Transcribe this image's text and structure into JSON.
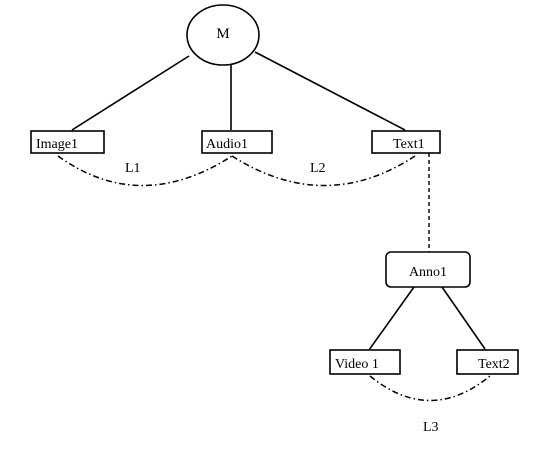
{
  "nodes": {
    "m": "M",
    "image1": "Image1",
    "audio1": "Audio1",
    "text1": "Text1",
    "anno1": "Anno1",
    "video1": "Video 1",
    "text2": "Text2"
  },
  "links": {
    "l1": "L1",
    "l2": "L2",
    "l3": "L3"
  }
}
